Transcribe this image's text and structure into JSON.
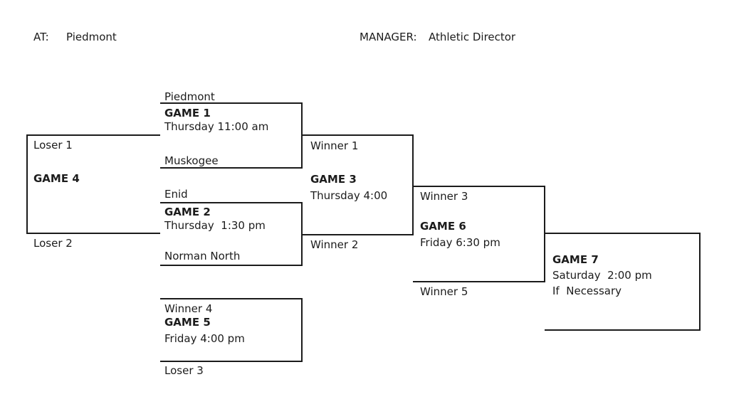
{
  "header": {
    "at_label": "AT:",
    "at_value": "Piedmont",
    "manager_label": "MANAGER:",
    "manager_value": "Athletic Director"
  },
  "games": {
    "game1": {
      "title": "GAME 1",
      "schedule": "Thursday 11:00 am",
      "top_slot": "Piedmont",
      "bottom_slot": "Muskogee"
    },
    "game2": {
      "title": "GAME 2",
      "schedule": "Thursday  1:30 pm",
      "top_slot": "Enid",
      "bottom_slot": "Norman North"
    },
    "game3": {
      "title": "GAME 3",
      "schedule": "Thursday 4:00",
      "top_slot": "Winner 1",
      "bottom_slot": "Winner 2"
    },
    "game4": {
      "title": "GAME 4",
      "top_slot": "Loser 1",
      "bottom_slot": "Loser 2"
    },
    "game5": {
      "title": "GAME 5",
      "schedule": "Friday 4:00 pm",
      "top_slot": "Winner 4",
      "bottom_slot": "Loser 3"
    },
    "game6": {
      "title": "GAME 6",
      "schedule": "Friday 6:30 pm",
      "top_slot": "Winner 3",
      "bottom_slot": "Winner 5"
    },
    "game7": {
      "title": "GAME 7",
      "schedule": "Saturday  2:00 pm",
      "note": "If  Necessary"
    }
  },
  "colors": {
    "line": "#1b1b1b",
    "text": "#1c1c1c",
    "background": "#ffffff"
  }
}
